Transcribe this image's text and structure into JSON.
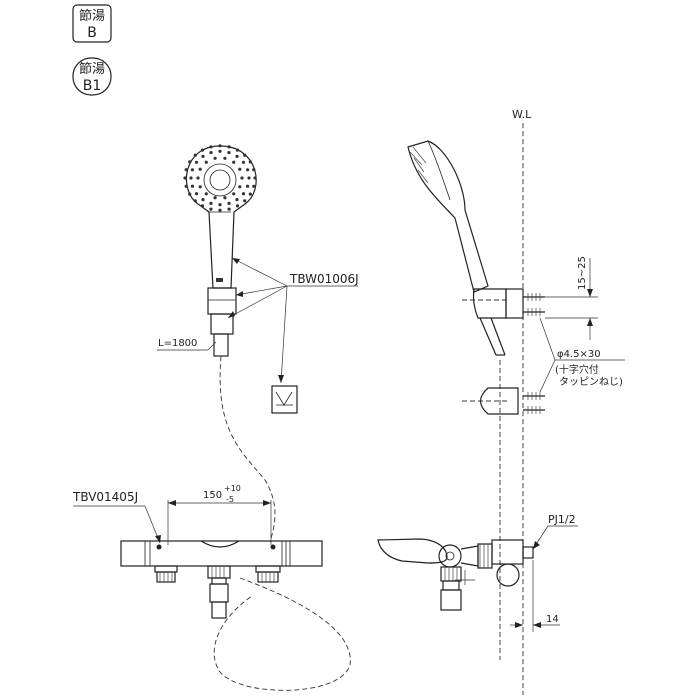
{
  "badges": [
    {
      "top": "節湯",
      "bottom": "B"
    },
    {
      "top": "節湯",
      "bottom": "B1"
    }
  ],
  "labels": {
    "shower_part": "TBW01006J",
    "hose_length": "L=1800",
    "valve_part": "TBV01405J",
    "pitch": "150",
    "pitch_tol_plus": "+10",
    "pitch_tol_minus": "-5",
    "wall_line": "W.L",
    "bracket_range": "15~25",
    "screw_spec": "φ4.5×30",
    "screw_note_1": "(十字穴付",
    "screw_note_2": "タッピンねじ)",
    "pipe_thread": "PJ1/2",
    "projection": "14"
  }
}
